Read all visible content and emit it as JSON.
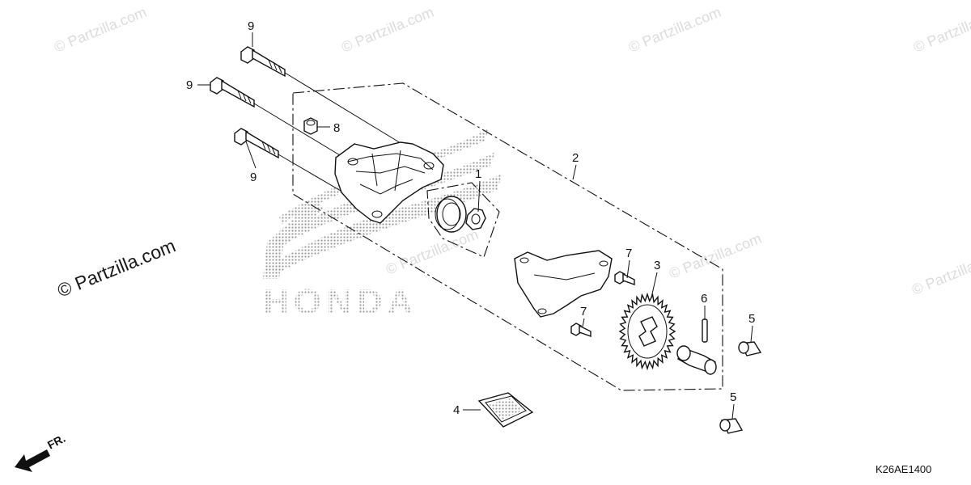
{
  "watermark": {
    "brand": "© Partzilla.com",
    "logo_text": "HONDA"
  },
  "callouts": {
    "p1": "1",
    "p2": "2",
    "p3": "3",
    "p4": "4",
    "p5a": "5",
    "p5b": "5",
    "p6": "6",
    "p7a": "7",
    "p7b": "7",
    "p8": "8",
    "p9a": "9",
    "p9b": "9",
    "p9c": "9"
  },
  "direction_label": "FR.",
  "diagram_code": "K26AE1400"
}
